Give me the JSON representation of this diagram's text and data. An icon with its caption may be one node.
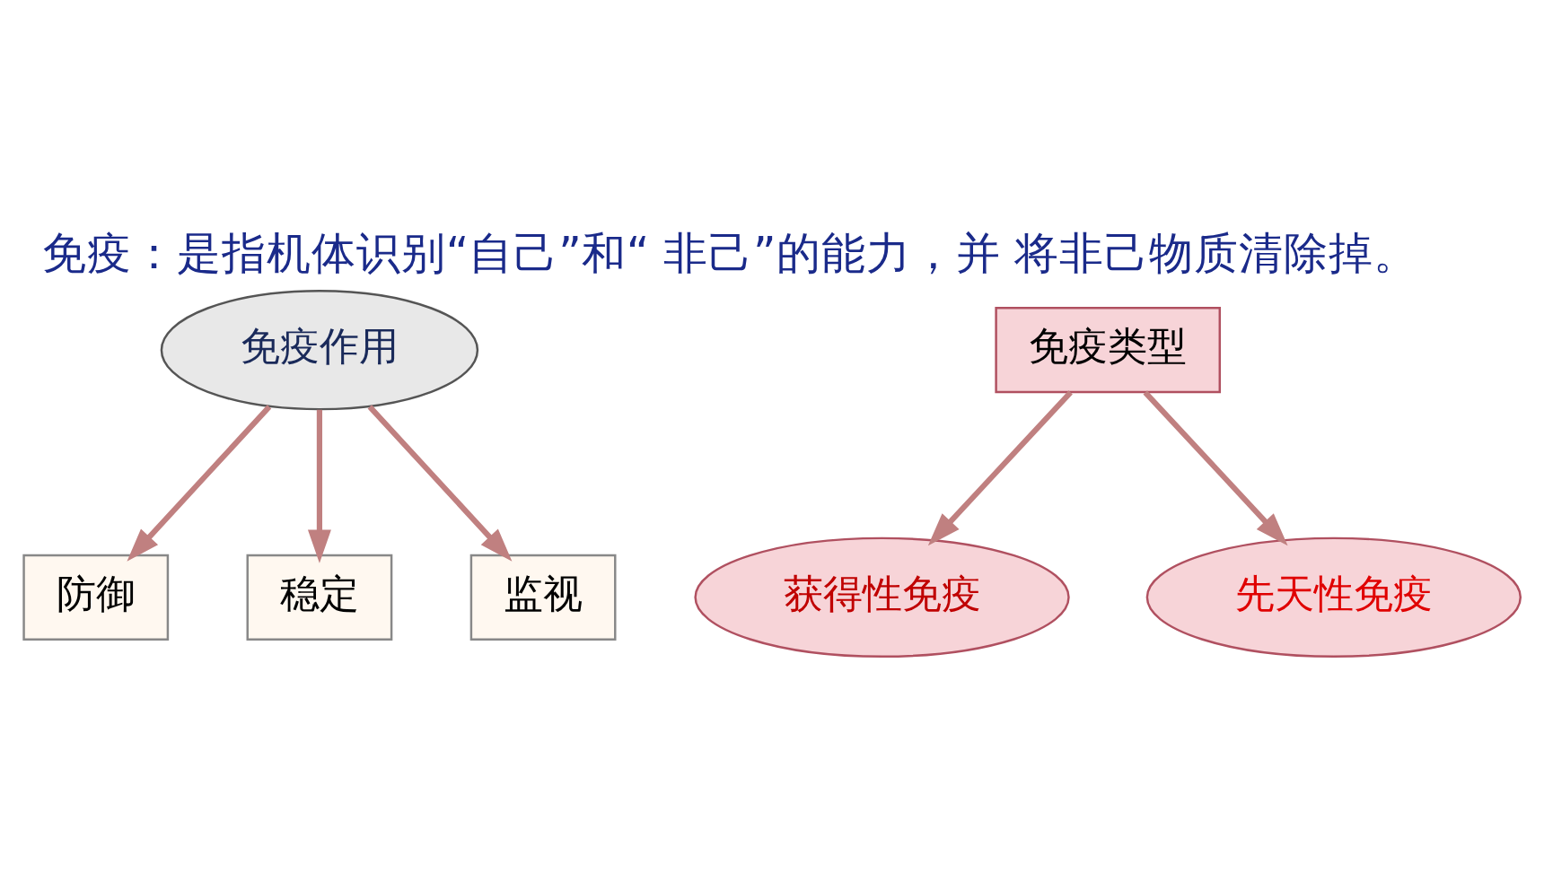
{
  "diagram": {
    "title": "免疫：是指机体识别“自己”和“ 非己”的能力，并 将非己物质清除掉。",
    "nodes": [
      {
        "text": [
          "免疫作用"
        ]
      },
      {
        "text": [
          "防御"
        ]
      },
      {
        "text": [
          "稳定"
        ]
      },
      {
        "text": [
          "监视"
        ]
      },
      {
        "text": [
          "获得性免疫"
        ]
      },
      {
        "text": [
          "免疫类型"
        ]
      },
      {
        "text": [
          "先天性免疫"
        ]
      }
    ],
    "edges": [
      {
        "from": 0,
        "to": 1,
        "arrow": "to"
      },
      {
        "from": 0,
        "to": 2,
        "arrow": "to"
      },
      {
        "from": 0,
        "to": 3,
        "arrow": "to"
      },
      {
        "from": 5,
        "to": 4,
        "arrow": "to"
      },
      {
        "from": 5,
        "to": 6,
        "arrow": "to"
      }
    ]
  }
}
